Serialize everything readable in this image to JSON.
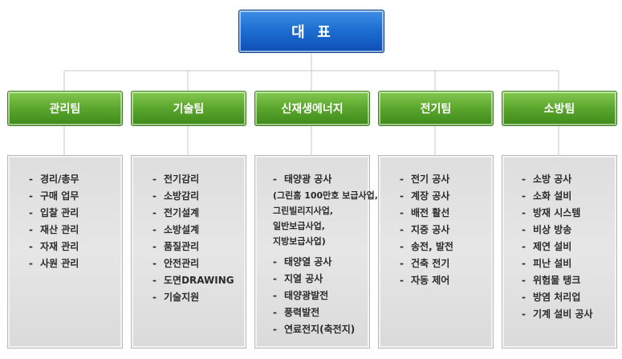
{
  "head": {
    "label": "대  표"
  },
  "dash": "-",
  "teams": [
    {
      "name": "관리팀",
      "duties": [
        "경리/총무",
        "구매 업무",
        "입찰 관리",
        "재산 관리",
        "자재 관리",
        "사원 관리"
      ]
    },
    {
      "name": "기술팀",
      "duties": [
        "전기감리",
        "소방감리",
        "전기설계",
        "소방설계",
        "품질관리",
        "안전관리",
        "도면DRAWING",
        "기술지원"
      ]
    },
    {
      "name": "신재생에너지",
      "duties_top": [
        "태양광 공사"
      ],
      "notes": [
        "(그린홈 100만호 보급사업,",
        "그린빌리지사업,",
        "일반보급사업,",
        "지방보급사업)"
      ],
      "duties": [
        "태양열 공사",
        "지열 공사",
        "태양광발전",
        "풍력발전",
        "연료전지(축전지)"
      ]
    },
    {
      "name": "전기팀",
      "duties": [
        "전기 공사",
        "계장 공사",
        "배전 활선",
        "지중 공사",
        "송전, 발전",
        "건축 전기",
        "자동 제어"
      ]
    },
    {
      "name": "소방팀",
      "duties": [
        "소방 공사",
        "소화 설비",
        "방재 시스템",
        "비상 방송",
        "제연 설비",
        "피난 설비",
        "위험물 탱크",
        "방염 처리업",
        "기계 설비 공사"
      ]
    }
  ]
}
